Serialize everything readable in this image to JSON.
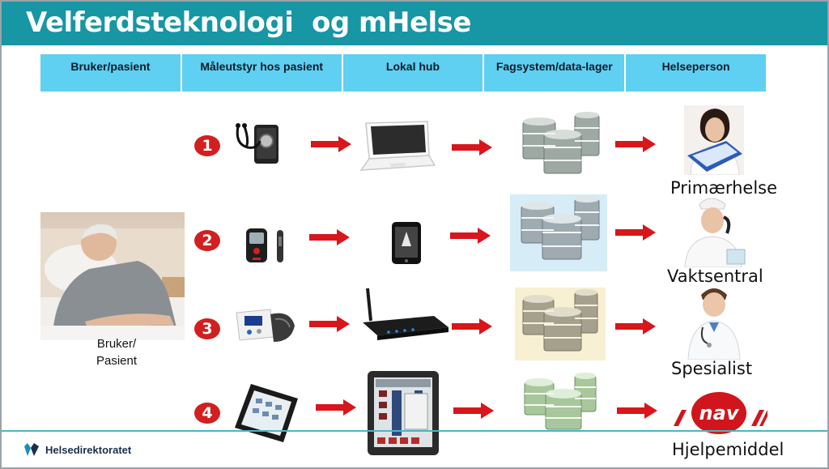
{
  "title": "Velferdsteknologi  og mHelse",
  "columns": [
    "Bruker/pasient",
    "Måleutstyr hos pasient",
    "Lokal hub",
    "Fagsystem/data-lager",
    "Helseperson"
  ],
  "patient": {
    "caption_line1": "Bruker/",
    "caption_line2": "Pasient"
  },
  "rows": [
    {
      "number": "1",
      "device": "stethoscope-phone",
      "hub": "laptop",
      "store_tint": "#ffffff",
      "recipient": "Primærhelse"
    },
    {
      "number": "2",
      "device": "glucose-meter",
      "hub": "smartphone",
      "store_tint": "#d6ecf7",
      "recipient": "Vaktsentral"
    },
    {
      "number": "3",
      "device": "blood-pressure-monitor",
      "hub": "router",
      "store_tint": "#f7f0d2",
      "recipient": "Spesialist"
    },
    {
      "number": "4",
      "device": "smartphone",
      "hub": "tablet",
      "store_tint": "#ffffff",
      "recipient": "Hjelpemiddel"
    }
  ],
  "nav_logo_text": "nav",
  "footer": {
    "logo_text": "Helsedirektoratet"
  },
  "colors": {
    "title_bar": "#1796a4",
    "header": "#5fd0f2",
    "arrow": "#d8161b",
    "badge": "#d21f1f"
  }
}
